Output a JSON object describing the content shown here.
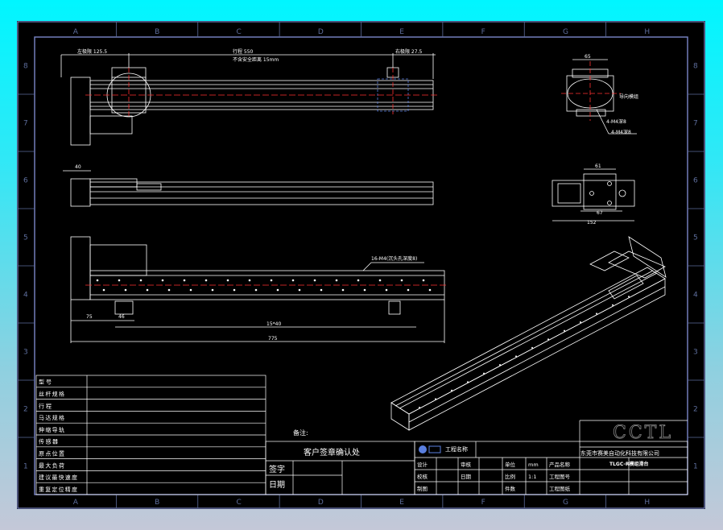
{
  "colors": {
    "frame": "#7a86c8",
    "line": "#ffffff",
    "center": "#ff3030",
    "hidden": "#5a7fe0"
  },
  "zones": {
    "columns": [
      "A",
      "B",
      "C",
      "D",
      "E",
      "F",
      "G",
      "H"
    ],
    "rows": [
      "8",
      "7",
      "6",
      "5",
      "4",
      "3",
      "2",
      "1"
    ]
  },
  "views": {
    "top": {
      "left_travel": "左极限 125.5",
      "total": "行程 550",
      "right_travel": "右极限 27.5",
      "note": "不含安全距离 15mm"
    },
    "side": {
      "dim_left": "40"
    },
    "front": {
      "hole_note": "16-M4(沉头孔深度8)",
      "dim_left": "75",
      "dim_a": "46",
      "dim_mid": "15*40",
      "dim_total": "775"
    },
    "end": {
      "top_dim": "65",
      "label": "导向模组"
    },
    "end_holes": {
      "a": "4-M4深8",
      "b": "4-M4深8"
    },
    "bottom": {
      "top_dim": "61",
      "mid_dim": "67",
      "bot_dim": "152"
    }
  },
  "spec_table": {
    "rows": [
      "型号",
      "丝杆规格",
      "行程",
      "马达规格",
      "伸缩导轨",
      "传感器",
      "原点位置",
      "最大负荷",
      "建议最快速度",
      "重复定位精度"
    ]
  },
  "approval": {
    "remark_label": "备注:",
    "header": "客户签章确认处",
    "sign_label": "签字",
    "date_label": "日期"
  },
  "title_block": {
    "logo": "CCTL",
    "project_label": "工程名称",
    "company": "东莞市赛美自动化科技有限公司",
    "product": "TLGC-R模组滑台",
    "rows": [
      [
        "设计",
        "",
        "审核",
        "",
        "单位",
        "mm",
        "产品名称",
        ""
      ],
      [
        "校核",
        "",
        "日期",
        "",
        "比例",
        "1:1",
        "工程图号",
        ""
      ],
      [
        "制图",
        "",
        "",
        "",
        "件数",
        "",
        "工程图纸",
        ""
      ]
    ]
  }
}
